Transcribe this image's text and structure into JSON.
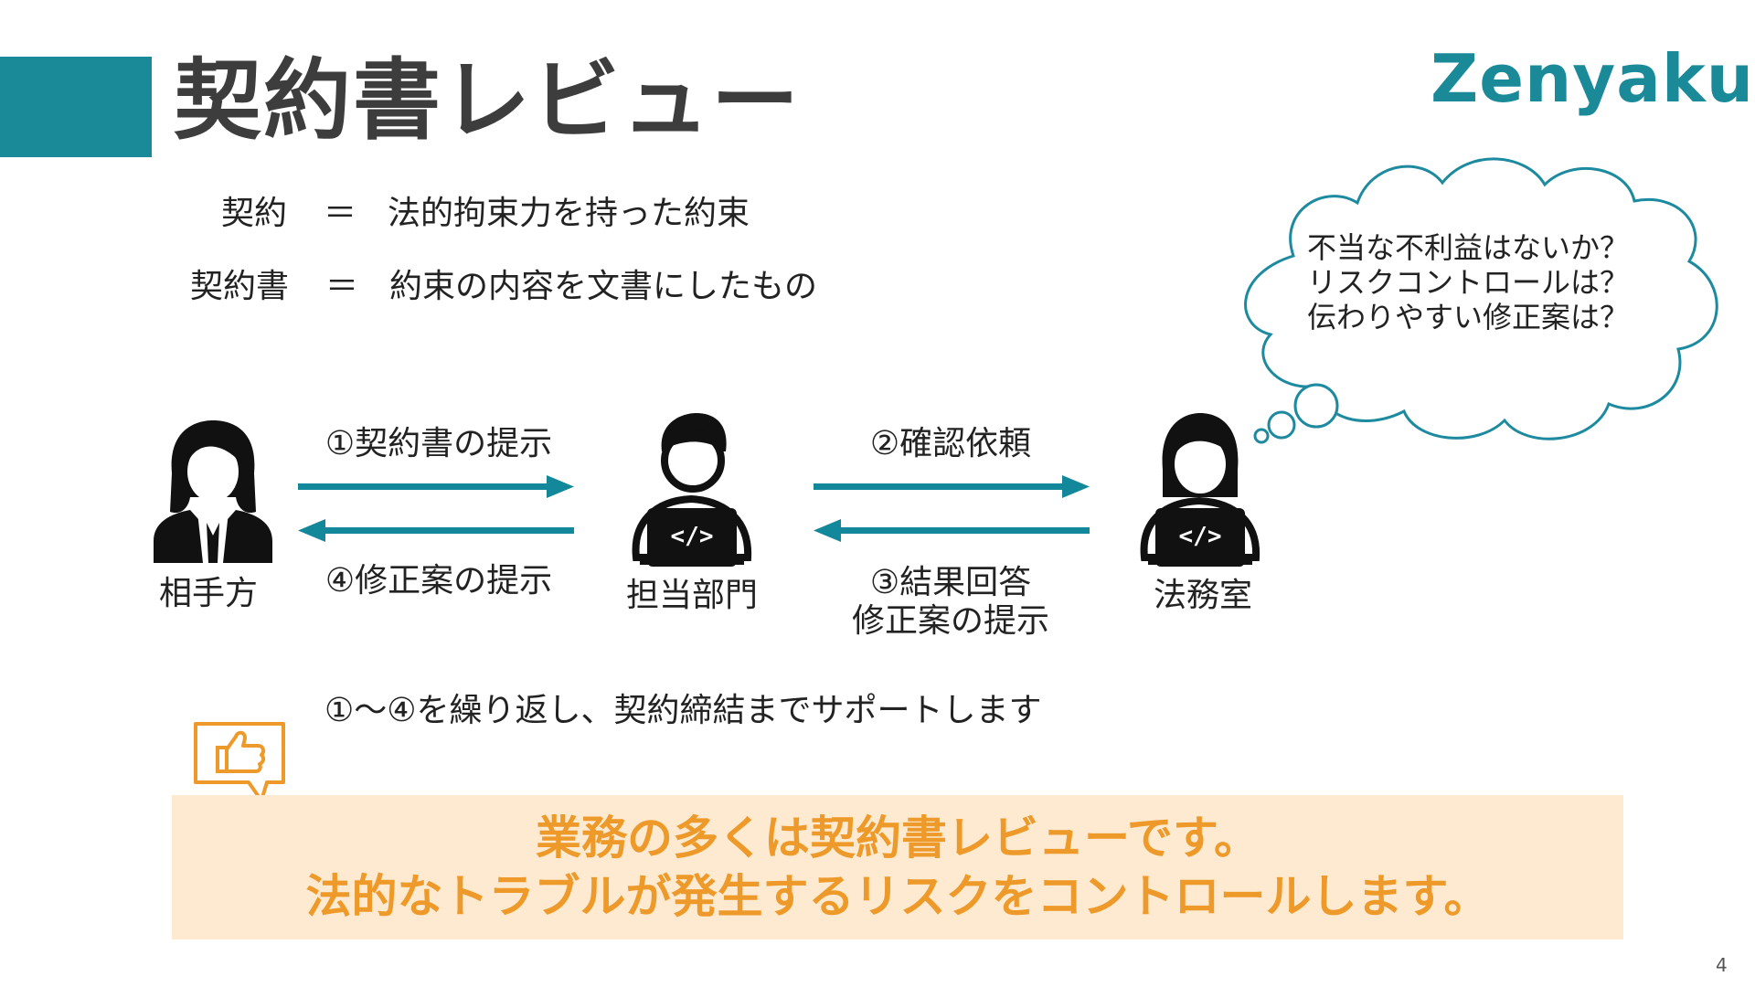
{
  "header": {
    "title": "契約書レビュー",
    "logo": "Zenyaku",
    "accent_color": "#1a8a99"
  },
  "definitions": [
    {
      "term": "契約",
      "eq": "＝",
      "meaning": "法的拘束力を持った約束"
    },
    {
      "term": "契約書",
      "eq": "＝",
      "meaning": "約束の内容を文書にしたもの"
    }
  ],
  "flow": {
    "people": [
      {
        "label": "相手方",
        "icon": "female-business-person-icon"
      },
      {
        "label": "担当部門",
        "icon": "male-developer-laptop-icon"
      },
      {
        "label": "法務室",
        "icon": "female-developer-laptop-icon"
      }
    ],
    "arrows": {
      "step1": "①契約書の提示",
      "step2": "②確認依頼",
      "step3_line1": "③結果回答",
      "step3_line2": "修正案の提示",
      "step4": "④修正案の提示"
    },
    "arrow_color": "#13889a"
  },
  "thought_cloud": {
    "lines": [
      "不当な不利益はないか？",
      "リスクコントロールは？",
      "伝わりやすい修正案は？"
    ],
    "outline_color": "#1d8aa0"
  },
  "repeat_note": "①～④を繰り返し、契約締結までサポートします",
  "highlight": {
    "icon": "thumbs-up-speech-bubble-icon",
    "line1": "業務の多くは契約書レビューです。",
    "line2": "法的なトラブルが発生するリスクをコントロールします。",
    "text_color": "#ee9a2a",
    "background": "#fdead1"
  },
  "page_number": "4"
}
